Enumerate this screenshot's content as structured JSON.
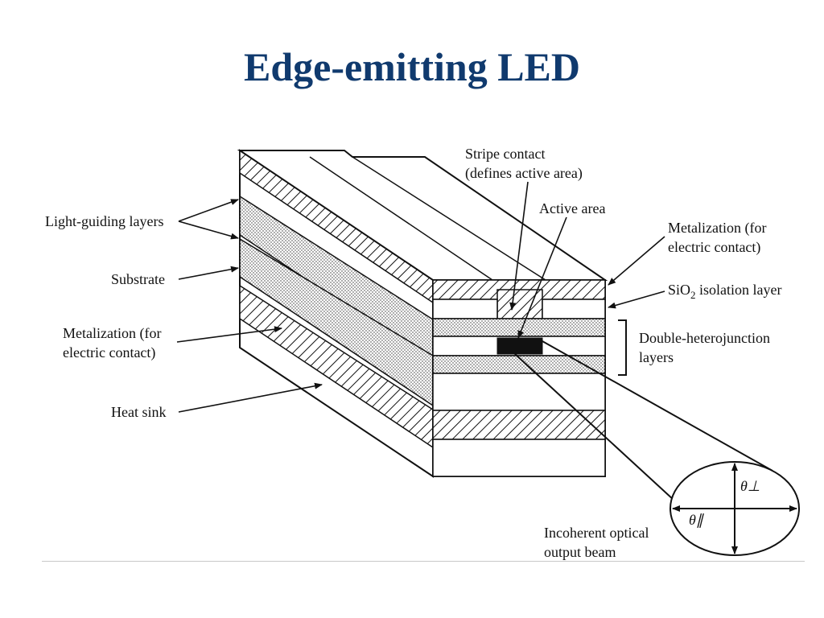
{
  "slide": {
    "title": "Edge-emitting LED"
  },
  "diagram": {
    "labels": {
      "light_guiding": "Light-guiding layers",
      "substrate": "Substrate",
      "metal_left_1": "Metalization (for",
      "metal_left_2": "electric contact)",
      "heat_sink": "Heat sink",
      "stripe_1": "Stripe contact",
      "stripe_2": "(defines active area)",
      "active_area": "Active area",
      "metal_right_1": "Metalization (for",
      "metal_right_2": "electric contact)",
      "sio2_prefix": "SiO",
      "sio2_sub": "2",
      "sio2_suffix": " isolation layer",
      "dh_1": "Double-heterojunction",
      "dh_2": "layers",
      "output_1": "Incoherent optical",
      "output_2": "output beam",
      "theta_perp": "θ⊥",
      "theta_par": "θ∥"
    },
    "colors": {
      "line": "#111111",
      "title": "#103a6e"
    }
  }
}
